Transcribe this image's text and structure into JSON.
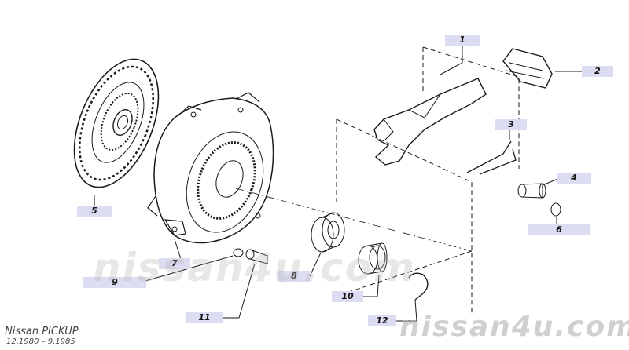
{
  "diagram": {
    "callouts": [
      "1",
      "2",
      "3",
      "4",
      "5",
      "6",
      "7",
      "8",
      "9",
      "10",
      "11",
      "12"
    ],
    "label_color": "#dcdcf2",
    "line_color": "#1a1a1a"
  },
  "caption": {
    "model": "Nissan PICKUP",
    "dates": "12.1980 – 9.1985"
  },
  "watermark": {
    "center": "nissan4u.com",
    "bottom_right": "nissan4u.com"
  }
}
